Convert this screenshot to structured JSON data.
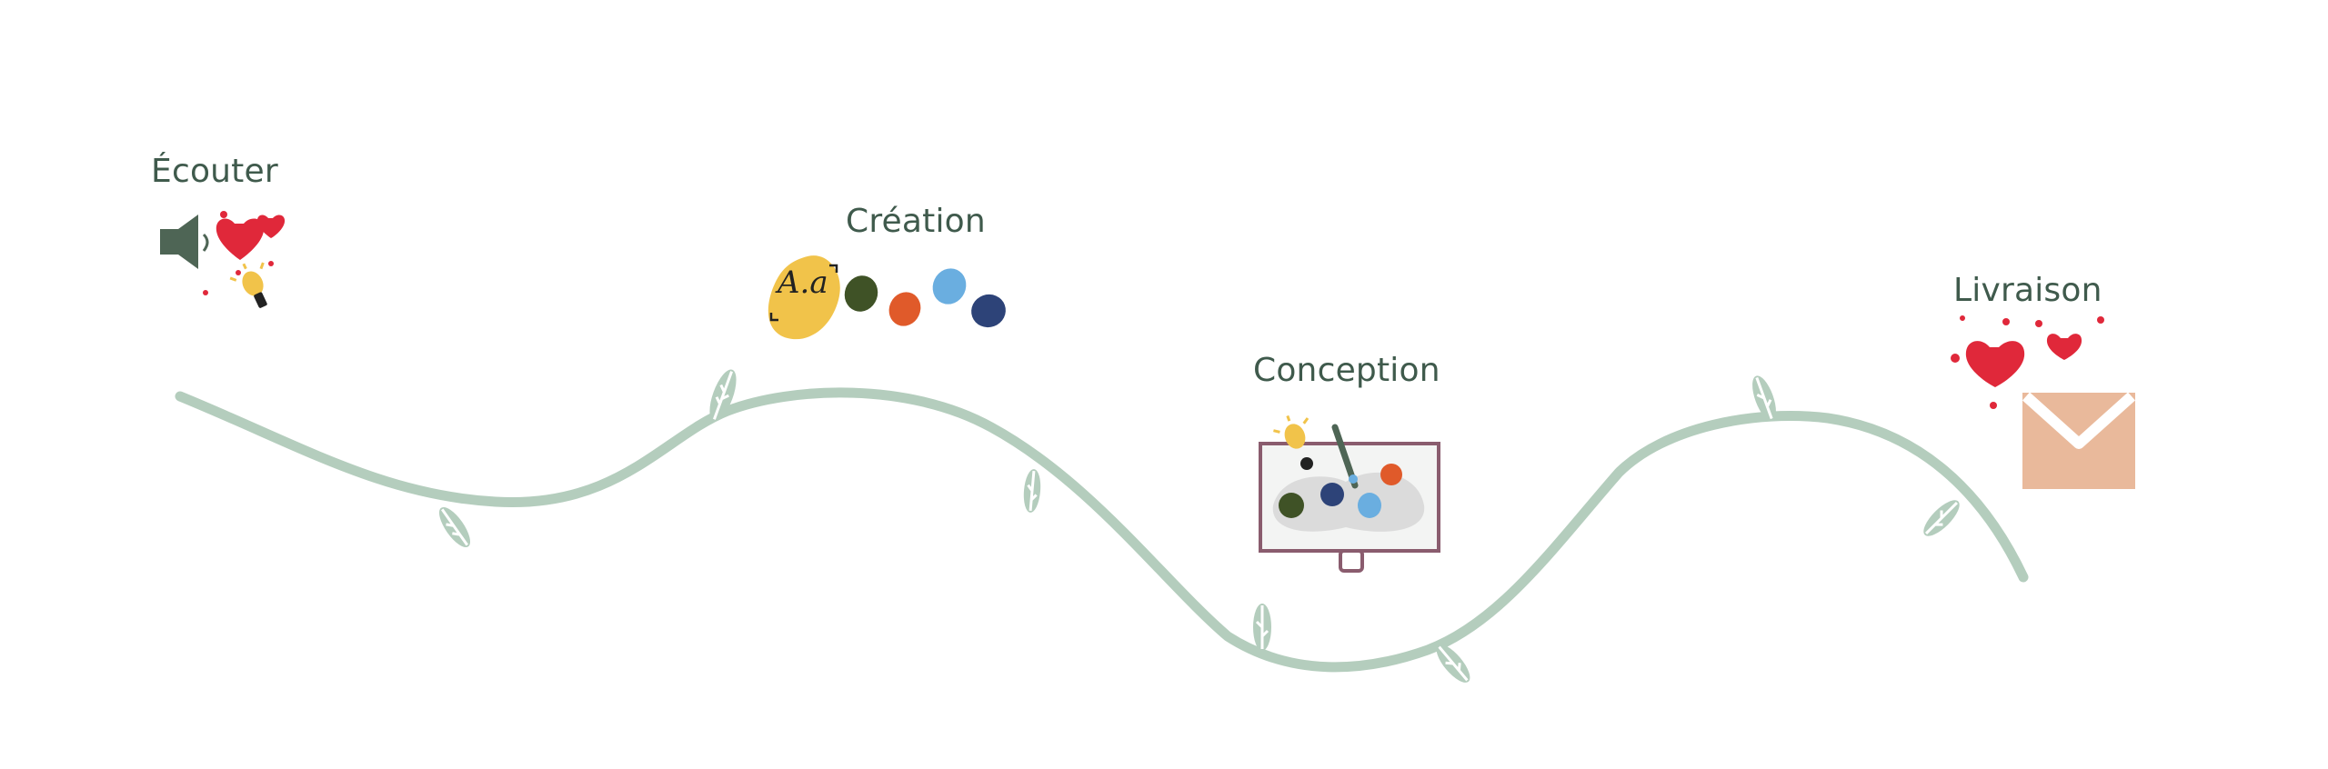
{
  "steps": [
    {
      "label": "Écouter",
      "icon": "speaker-icon"
    },
    {
      "label": "Création",
      "icon": "palette-swatches-icon"
    },
    {
      "label": "Conception",
      "icon": "monitor-painting-icon"
    },
    {
      "label": "Livraison",
      "icon": "envelope-icon"
    }
  ],
  "palette": {
    "path": "#b4cdbd",
    "leaf": "#b4cdbd",
    "text": "#3f5a4c",
    "red": "#e0283a",
    "yellow": "#f1c34a",
    "olive": "#3f5226",
    "orange": "#e05a2a",
    "lightblue": "#6aaee0",
    "navy": "#2d4378",
    "peach": "#e9b99b",
    "mauve": "#8a5c6e"
  }
}
